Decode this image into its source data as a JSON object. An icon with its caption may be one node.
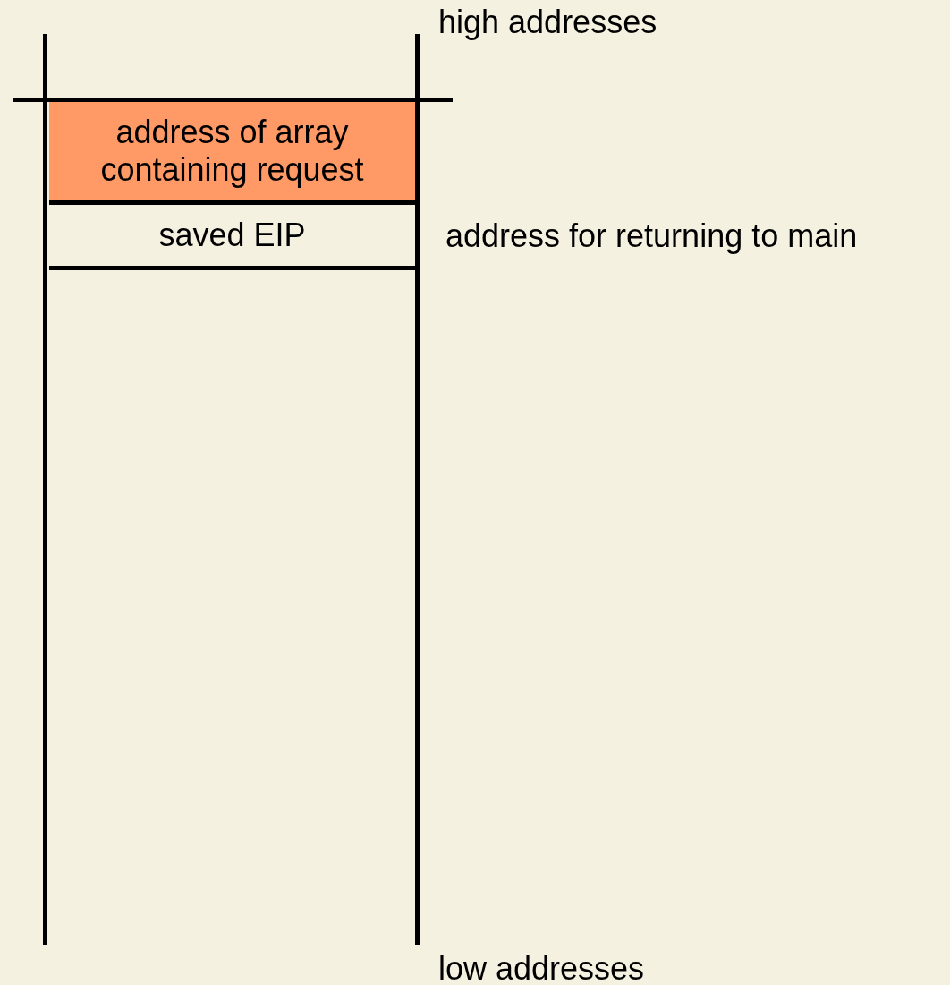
{
  "diagram": {
    "nodes": [
      {
        "text": [
          "address of array containing request"
        ]
      },
      {
        "text": [
          "saved EIP"
        ],
        "beside": [
          "address for returning to main"
        ]
      }
    ],
    "labels": [
      "high addresses",
      "low addresses"
    ]
  }
}
